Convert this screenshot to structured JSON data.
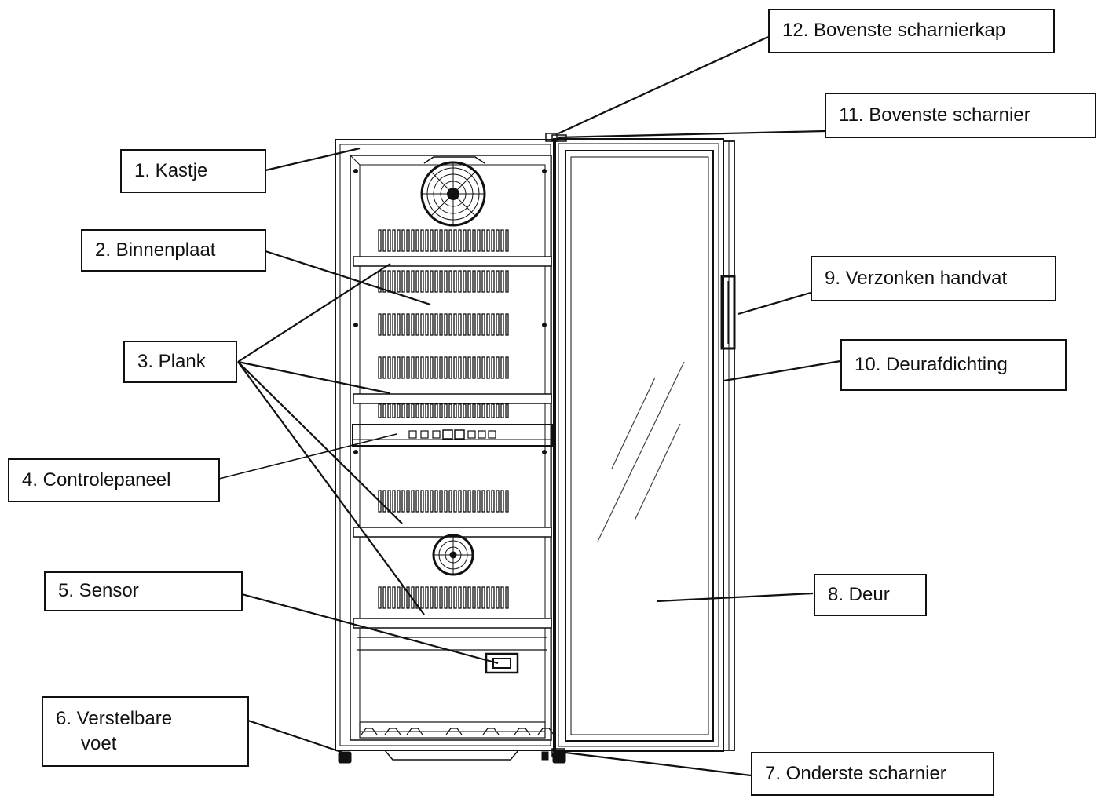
{
  "labels": {
    "kastje": "1. Kastje",
    "binnenplaat": "2. Binnenplaat",
    "plank": "3. Plank",
    "controlepaneel": "4. Controlepaneel",
    "sensor": "5. Sensor",
    "voet_line1": "6.  Verstelbare",
    "voet_line2": "voet",
    "onderste_scharnier": "7. Onderste scharnier",
    "deur": "8. Deur",
    "handvat": "9. Verzonken handvat",
    "deurafdichting": "10. Deurafdichting",
    "bovenste_scharnier": "11. Bovenste scharnier",
    "scharnierkap": "12. Bovenste scharnierkap"
  },
  "colors": {
    "line": "#111111",
    "detail": "#444444",
    "background": "#ffffff"
  }
}
